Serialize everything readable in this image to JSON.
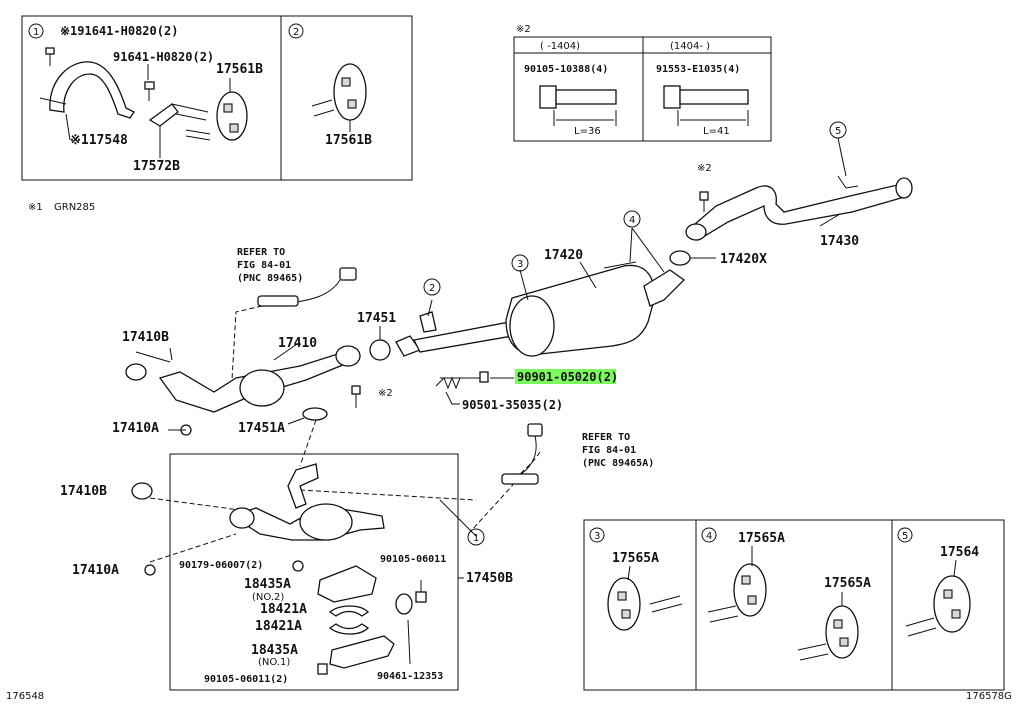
{
  "diagram_id_left": "176548",
  "diagram_id_right": "176578G",
  "note_mark_1": "※1",
  "note_mark_1_text": "GRN285",
  "inset_top_left": {
    "circle1": "1",
    "circle2": "2",
    "p_91641_star": "※191641-H0820(2)",
    "p_91641": "91641-H0820(2)",
    "p_17561B_a": "17561B",
    "p_17548": "※117548",
    "p_17572B": "17572B",
    "p_17561B_b": "17561B"
  },
  "bolt_table": {
    "title": "※2",
    "col1_header": "(  -1404)",
    "col2_header": "(1404-  )",
    "col1_part": "90105-10388(4)",
    "col2_part": "91553-E1035(4)",
    "col1_len": "L=36",
    "col2_len": "L=41"
  },
  "main": {
    "refer1_line1": "REFER TO",
    "refer1_line2": "FIG 84-01",
    "refer1_line3": "(PNC 89465)",
    "refer2_line1": "REFER TO",
    "refer2_line2": "FIG 84-01",
    "refer2_line3": "(PNC 89465A)",
    "p_17410B_top": "17410B",
    "p_17410": "17410",
    "p_17451": "17451",
    "p_17420": "17420",
    "p_17420X": "17420X",
    "p_17430": "17430",
    "p_90901": "90901-05020(2)",
    "p_90501": "90501-35035(2)",
    "p_star2_a": "※2",
    "p_star2_b": "※2",
    "p_17410A_top": "17410A",
    "p_17451A": "17451A",
    "p_17410B_bot": "17410B",
    "p_17410A_bot": "17410A",
    "p_90179": "90179-06007(2)",
    "p_90105a": "90105-06011",
    "p_18435A_a": "18435A",
    "p_no2": "(NO.2)",
    "p_18421A_a": "18421A",
    "p_18421A_b": "18421A",
    "p_18435A_b": "18435A",
    "p_no1": "(NO.1)",
    "p_90105b": "90105-06011(2)",
    "p_90461": "90461-12353",
    "p_17450B": "17450B",
    "c1": "1",
    "c2": "2",
    "c3": "3",
    "c4": "4",
    "c5": "5"
  },
  "inset_bottom": {
    "c3": "3",
    "c4": "4",
    "c5": "5",
    "p_17565A_a": "17565A",
    "p_17565A_b": "17565A",
    "p_17565A_c": "17565A",
    "p_17564": "17564"
  }
}
